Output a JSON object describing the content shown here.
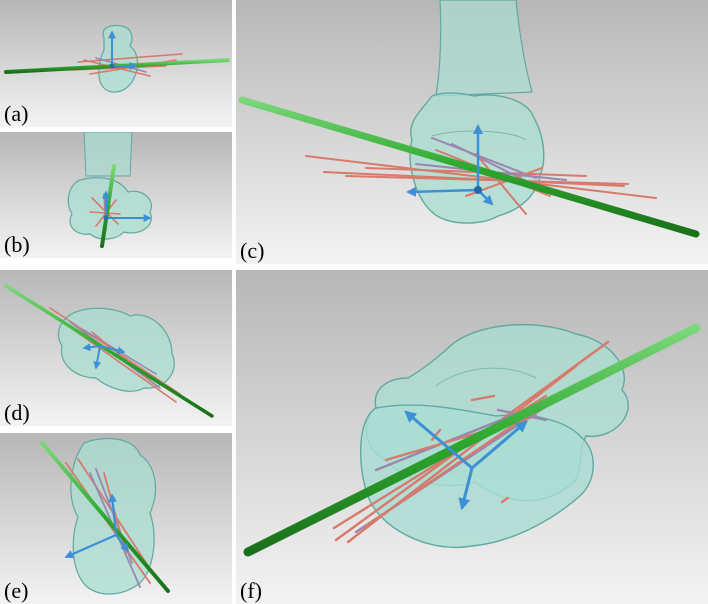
{
  "panels": [
    {
      "id": "a",
      "label": "(a)"
    },
    {
      "id": "b",
      "label": "(b)"
    },
    {
      "id": "c",
      "label": "(c)"
    },
    {
      "id": "d",
      "label": "(d)"
    },
    {
      "id": "e",
      "label": "(e)"
    },
    {
      "id": "f",
      "label": "(f)"
    }
  ],
  "colors": {
    "bone_fill": "#a9ddd2",
    "bone_edge": "#5fa9a0",
    "axis_green": "#2ea82e",
    "axis_red": "#d77a6c",
    "axis_purple": "#9a86b0",
    "arrow_blue": "#3d8fd6",
    "bg_light": "#f1f1f1",
    "bg_dark": "#b5b5b5"
  }
}
